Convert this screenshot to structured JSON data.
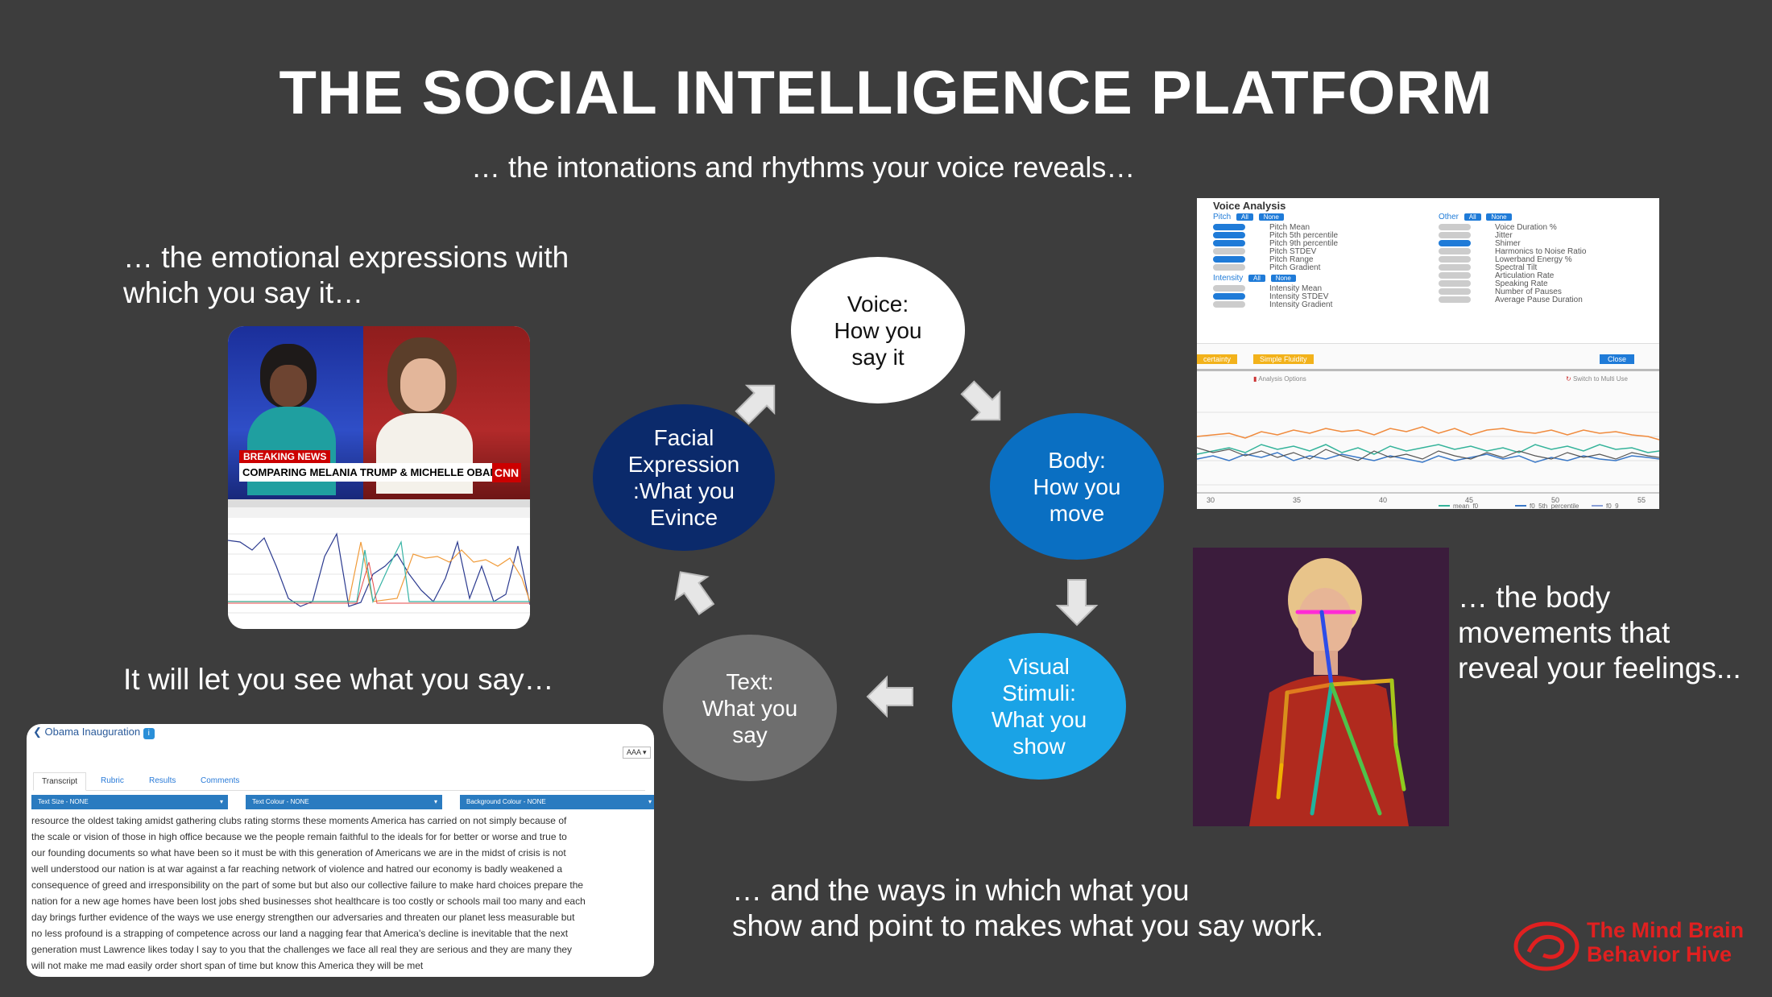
{
  "title": "THE SOCIAL INTELLIGENCE PLATFORM",
  "captions": {
    "voice": "… the intonations and rhythms your voice reveals…",
    "emotion_line1": "… the emotional expressions with",
    "emotion_line2": "which you say it…",
    "see": "It will let you see what you say…",
    "body_line1": "… the body",
    "body_line2": "movements that",
    "body_line3": "reveal your feelings...",
    "ways_line1": "… and the ways in which what you",
    "ways_line2": "show and point to makes what you say work."
  },
  "cycle": {
    "voice": "Voice:\nHow you\nsay it",
    "body": "Body:\nHow you\nmove",
    "visual": "Visual\nStimuli:\nWhat you\nshow",
    "text": "Text:\nWhat you\nsay",
    "facial": "Facial\nExpression\n:What you\nEvince"
  },
  "colors": {
    "background": "#3d3d3d",
    "voice_node": "#ffffff",
    "body_node": "#0a6fc2",
    "visual_node": "#1aa3e6",
    "text_node": "#6e6e6e",
    "facial_node": "#0b2a6b",
    "logo": "#e02020"
  },
  "news": {
    "banner": "BREAKING NEWS",
    "headline": "COMPARING MELANIA TRUMP & MICHELLE OBAMA SPEECHES",
    "network": "CNN"
  },
  "voice_panel": {
    "title": "Voice Analysis",
    "pitch_label": "Pitch",
    "intensity_label": "Intensity",
    "other_label": "Other",
    "all": "All",
    "none": "None",
    "pitch_items": [
      {
        "label": "Pitch Mean",
        "on": true
      },
      {
        "label": "Pitch 5th percentile",
        "on": true
      },
      {
        "label": "Pitch 9th percentile",
        "on": true
      },
      {
        "label": "Pitch STDEV",
        "on": false
      },
      {
        "label": "Pitch Range",
        "on": true
      },
      {
        "label": "Pitch Gradient",
        "on": false
      }
    ],
    "intensity_items": [
      {
        "label": "Intensity Mean",
        "on": false
      },
      {
        "label": "Intensity STDEV",
        "on": true
      },
      {
        "label": "Intensity Gradient",
        "on": false
      }
    ],
    "other_items": [
      {
        "label": "Voice Duration %",
        "on": false
      },
      {
        "label": "Jitter",
        "on": false
      },
      {
        "label": "Shimer",
        "on": true
      },
      {
        "label": "Harmonics to Noise Ratio",
        "on": false
      },
      {
        "label": "Lowerband Energy %",
        "on": false
      },
      {
        "label": "Spectral Tilt",
        "on": false
      },
      {
        "label": "Articulation Rate",
        "on": false
      },
      {
        "label": "Speaking Rate",
        "on": false
      },
      {
        "label": "Number of Pauses",
        "on": false
      },
      {
        "label": "Average Pause Duration",
        "on": false
      }
    ],
    "tag1": "certainty",
    "tag2": "Simple Fluidity",
    "close": "Close",
    "analysis_options": "Analysis Options",
    "switch": "Switch to Multi Use",
    "x_ticks": [
      "30",
      "35",
      "40",
      "45",
      "50",
      "55"
    ],
    "legend": [
      "mean_f0",
      "f0_5th_percentile",
      "f0_9"
    ]
  },
  "transcript": {
    "title": "Obama Inauguration",
    "font_control": "AAA",
    "tabs": [
      "Transcript",
      "Rubric",
      "Results",
      "Comments"
    ],
    "dropdowns": [
      "Text Size - NONE",
      "Text Colour - NONE",
      "Background Colour - NONE"
    ],
    "lines": [
      "resource  the oldest taking amidst  gathering clubs  rating storms   these moments America  has carried on not simply because of",
      "the scale  or vision of those in high office  because we  the people  remain faithful  to the ideals for for better or worse  and true to",
      "our founding documents   so what have been  so it must  be with this  generation of Americans   we  are in the midst of crisis is not",
      "well understood   our nation is at war against  a far reaching  network of violence and hatred   our economy  is badly weakened  a",
      "consequence of greed  and irresponsibility on the part of some but  but also our collective failure to make hard  choices  prepare the",
      "nation for a new age   homes have been lost jobs shed businesses shot  healthcare  is too  costly or schools  mail too many and each",
      "day brings further evidence of the ways  we use energy  strengthen  our adversaries  and threaten our planet   less measurable but",
      "no less  profound is a strapping of competence   across our land  a nagging fear  that America's decline is inevitable  that the next",
      "generation must  Lawrence likes    today I say to you that the challenges we face all real they are serious and they are many  they",
      "will not make me mad easily order short span of time but know this America they will be met"
    ]
  },
  "logo": {
    "line1": "The Mind Brain",
    "line2": "Behavior Hive"
  }
}
